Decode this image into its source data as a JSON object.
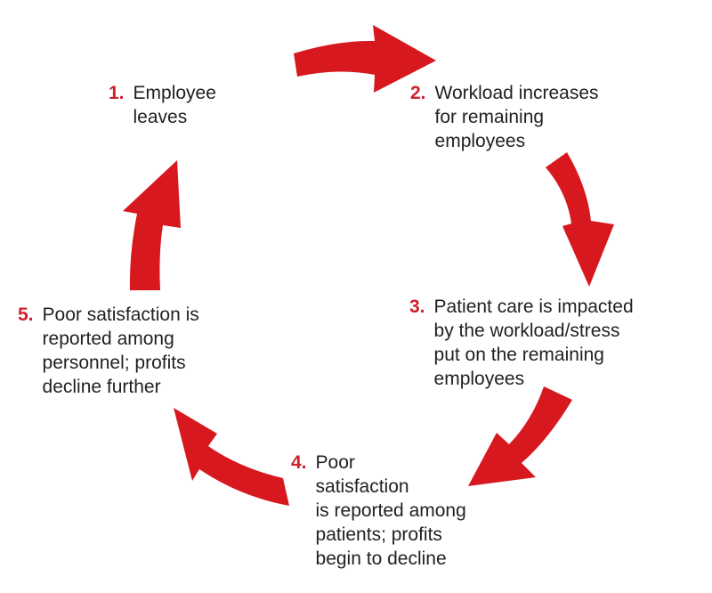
{
  "colors": {
    "arrow": "#d7191f",
    "number": "#d0202e",
    "text": "#231f20"
  },
  "steps": [
    {
      "number": "1.",
      "lines": [
        "Employee",
        "leaves"
      ]
    },
    {
      "number": "2.",
      "lines": [
        "Workload increases",
        "for remaining",
        "employees"
      ]
    },
    {
      "number": "3.",
      "lines": [
        "Patient care is impacted",
        "by the workload/stress",
        "put on the remaining",
        "employees"
      ]
    },
    {
      "number": "4.",
      "lines": [
        "Poor",
        "satisfaction",
        "is reported among",
        "patients; profits",
        "begin to decline"
      ]
    },
    {
      "number": "5.",
      "lines": [
        "Poor satisfaction is",
        "reported among",
        "personnel; profits",
        "decline further"
      ]
    }
  ]
}
